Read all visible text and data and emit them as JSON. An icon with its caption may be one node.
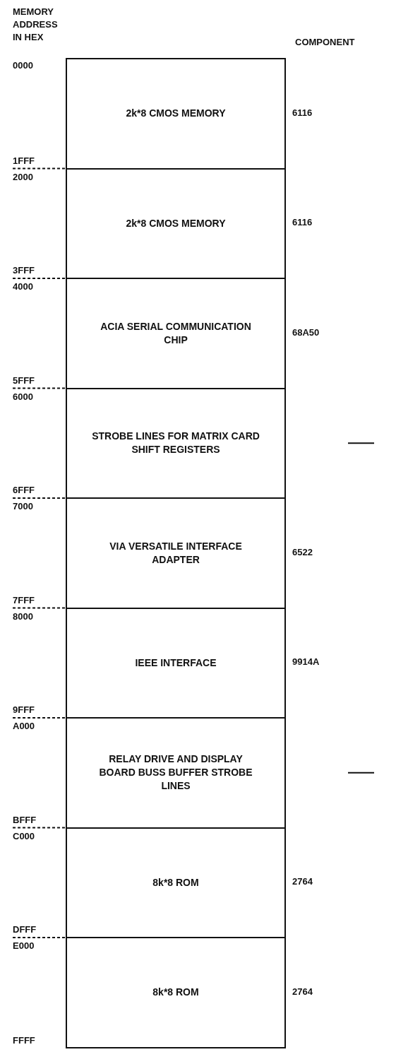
{
  "diagram": {
    "nodes": [
      {
        "text": [
          "2k*8 CMOS MEMORY"
        ],
        "beside": [
          "6116"
        ]
      },
      {
        "text": [
          "2k*8 CMOS MEMORY"
        ],
        "beside": [
          "6116"
        ]
      },
      {
        "text": [
          "ACIA SERIAL COMMUNICATION CHIP"
        ],
        "beside": [
          "68A50"
        ]
      },
      {
        "text": [
          "STROBE LINES FOR MATRIX CARD SHIFT REGISTERS"
        ]
      },
      {
        "text": [
          "VIA VERSATILE INTERFACE ADAPTER"
        ],
        "beside": [
          "6522"
        ]
      },
      {
        "text": [
          "IEEE INTERFACE"
        ],
        "beside": [
          "9914A"
        ]
      },
      {
        "text": [
          "RELAY DRIVE AND DISPLAY BOARD BUSS BUFFER STROBE LINES"
        ]
      },
      {
        "text": [
          "8k*8 ROM"
        ],
        "beside": [
          "2764"
        ]
      },
      {
        "text": [
          "8k*8 ROM"
        ],
        "beside": [
          "2764"
        ]
      }
    ],
    "edges": [],
    "labels": [
      "MEMORY ADDRESS IN HEX",
      "COMPONENT",
      "0000",
      "1FFF",
      "2000",
      "3FFF",
      "4000",
      "5FFF",
      "6000",
      "6FFF",
      "7000",
      "7FFF",
      "8000",
      "9FFF",
      "A000",
      "BFFF",
      "C000",
      "DFFF",
      "E000",
      "FFFF"
    ]
  }
}
